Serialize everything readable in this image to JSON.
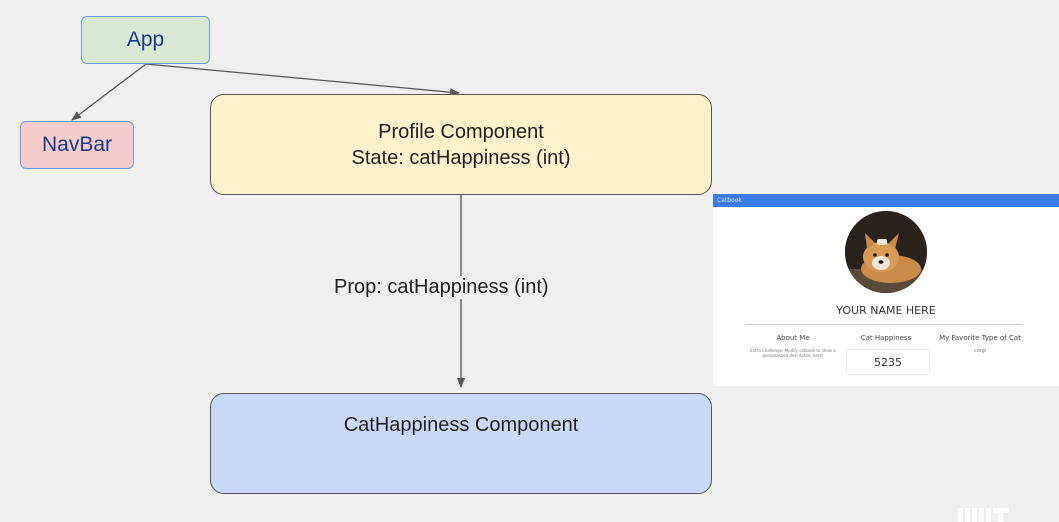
{
  "nodes": {
    "app": "App",
    "navbar": "NavBar",
    "profile": {
      "title": "Profile Component",
      "state": "State: catHappiness (int)"
    },
    "cat_happiness": "CatHappiness Component"
  },
  "edges": {
    "prop_label": "Prop: catHappiness (int)"
  },
  "preview": {
    "bar_title": "Catbook",
    "name": "YOUR NAME HERE",
    "about_title": "About Me",
    "about_text": "Extra Challenge: Modify catbook to show a personalized description here!",
    "happiness_title": "Cat Happiness",
    "happiness_value": "5235",
    "fav_title": "My Favorite Type of Cat",
    "fav_value": "corgi"
  },
  "colors": {
    "app_fill": "#d8ead3",
    "navbar_fill": "#f4cccc",
    "profile_fill": "#fff2cc",
    "cat_fill": "#c9daf8",
    "preview_bar": "#3a7be8"
  }
}
